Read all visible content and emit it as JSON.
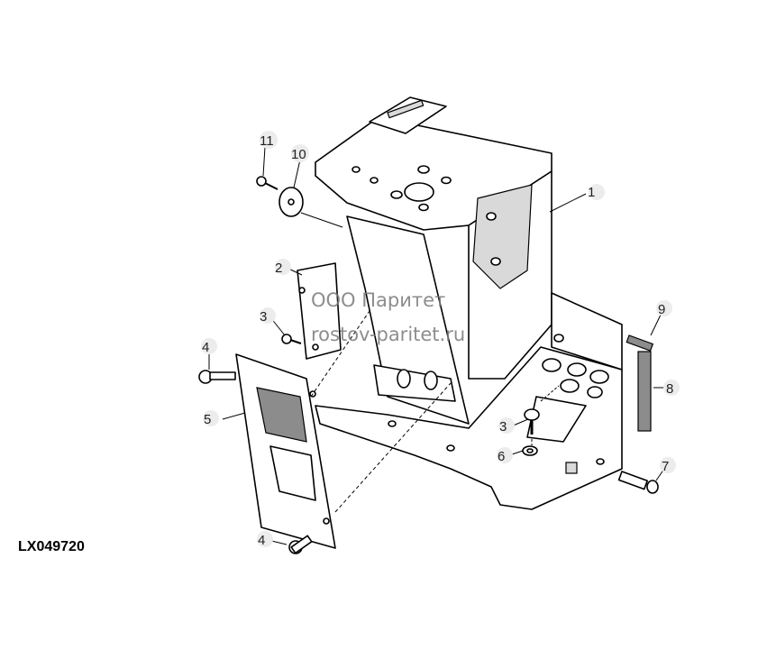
{
  "figure_code": "LX049720",
  "watermark": {
    "line1": "ООО Паритет",
    "line2": "rostov-paritet.ru"
  },
  "callouts": [
    {
      "id": "c1",
      "label": "1"
    },
    {
      "id": "c2",
      "label": "2"
    },
    {
      "id": "c3a",
      "label": "3"
    },
    {
      "id": "c3b",
      "label": "3"
    },
    {
      "id": "c4a",
      "label": "4"
    },
    {
      "id": "c4b",
      "label": "4"
    },
    {
      "id": "c5",
      "label": "5"
    },
    {
      "id": "c6",
      "label": "6"
    },
    {
      "id": "c7",
      "label": "7"
    },
    {
      "id": "c8",
      "label": "8"
    },
    {
      "id": "c9",
      "label": "9"
    },
    {
      "id": "c10",
      "label": "10"
    },
    {
      "id": "c11",
      "label": "11"
    }
  ]
}
